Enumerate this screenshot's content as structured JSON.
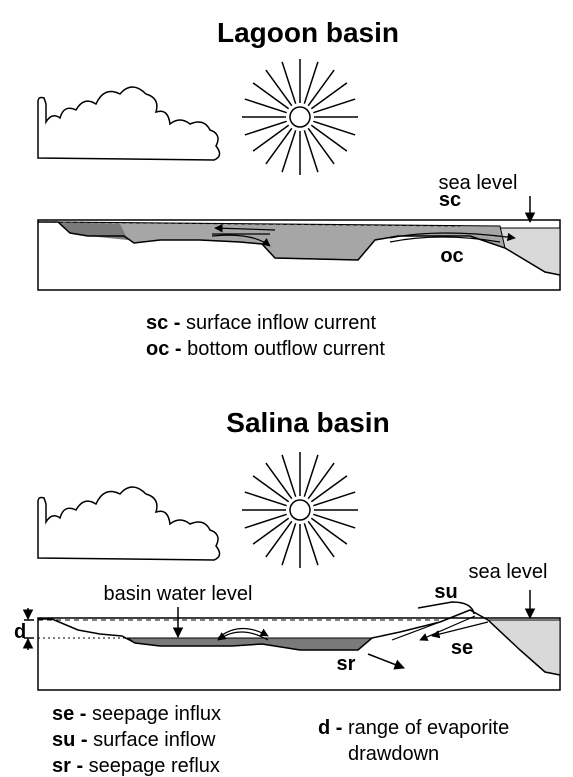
{
  "lagoon": {
    "title": "Lagoon basin",
    "sea_level_label": "sea level",
    "sc_label": "sc",
    "oc_label": "oc",
    "legend": [
      {
        "code": "sc -",
        "text": " surface inflow current"
      },
      {
        "code": "oc -",
        "text": " bottom outflow current"
      }
    ]
  },
  "salina": {
    "title": "Salina basin",
    "sea_level_label": "sea level",
    "basin_water_level_label": "basin water level",
    "d_label": "d",
    "su_label": "su",
    "se_label": "se",
    "sr_label": "sr",
    "legend_left": [
      {
        "code": "se -",
        "text": " seepage influx"
      },
      {
        "code": "su -",
        "text": " surface inflow"
      },
      {
        "code": "sr -",
        "text": " seepage reflux"
      }
    ],
    "legend_right": {
      "code": "d -",
      "text": " range of evaporite",
      "text2": "drawdown"
    }
  },
  "colors": {
    "dark_water": "#7a7a7a",
    "mid_water": "#a6a6a6",
    "sea": "#d9d9d9",
    "ink": "#000000"
  }
}
